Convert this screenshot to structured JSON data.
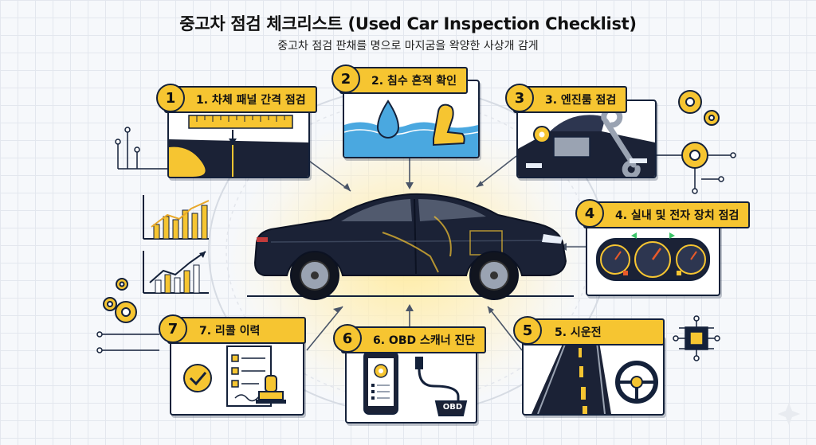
{
  "header": {
    "title": "중고차 점검 체크리스트 (Used Car Inspection Checklist)",
    "subtitle": "중고차 점검 판채를 명으로 마지굼을 왁양한 사상개 감게"
  },
  "steps": [
    {
      "number": "1",
      "label": "1. 차체 패널 간격 점검"
    },
    {
      "number": "2",
      "label": "2. 침수 흔적 확인"
    },
    {
      "number": "3",
      "label": "3. 엔진룸 점검"
    },
    {
      "number": "4",
      "label": "4. 실내 및 전자 장치 점검"
    },
    {
      "number": "5",
      "label": "5. 시운전"
    },
    {
      "number": "6",
      "label": "6. OBD 스캐너 진단"
    },
    {
      "number": "7",
      "label": "7. 리콜 이력"
    }
  ],
  "obd_connector_text": "OBD",
  "colors": {
    "accent": "#f6c531",
    "navy": "#14213a",
    "water": "#4aa8e0"
  }
}
